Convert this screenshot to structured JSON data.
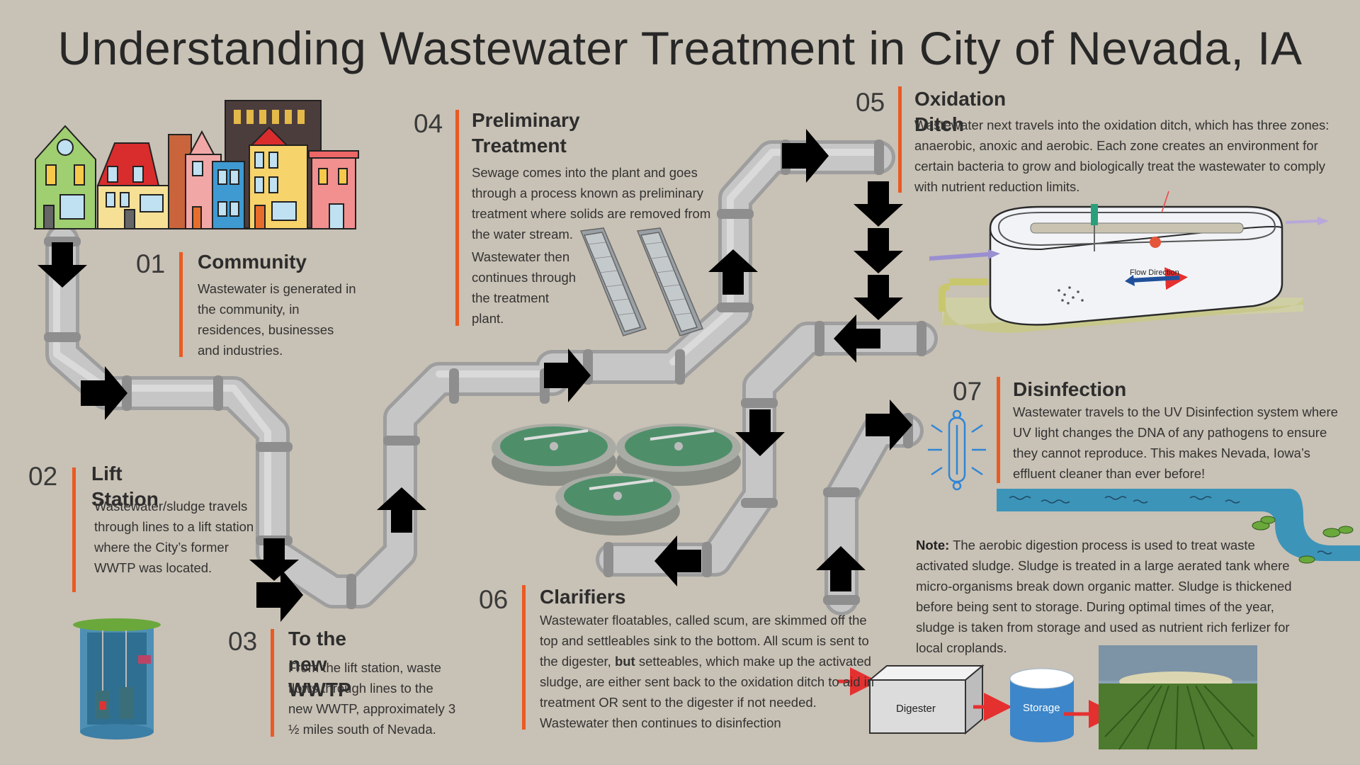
{
  "title": "Understanding Wastewater Treatment in City of Nevada, IA",
  "steps": [
    {
      "num": "01",
      "heading": "Community",
      "body": "Wastewater is generated in the community, in residences, businesses and industries."
    },
    {
      "num": "02",
      "heading": "Lift Station",
      "body": "Wastewater/sludge travels through lines to a lift station where the City’s former WWTP was located."
    },
    {
      "num": "03",
      "heading": "To the new WWTP",
      "body": "From the lift station, waste flows through lines to the new WWTP, approximately 3 ½ miles south of Nevada."
    },
    {
      "num": "04",
      "heading": "Preliminary Treatment",
      "body": "Sewage comes into the plant and goes through a process known as preliminary treatment where solids are removed from the water stream.",
      "body2": "Wastewater then continues through the treatment plant."
    },
    {
      "num": "05",
      "heading": "Oxidation Ditch",
      "body": "Wastewater next travels into the oxidation ditch, which has three zones: anaerobic, anoxic and aerobic. Each zone creates an environment for certain bacteria to grow and biologically treat the wastewater to comply with nutrient reduction limits."
    },
    {
      "num": "06",
      "heading": "Clarifiers",
      "body_a": "Wastewater floatables, called scum, are skimmed off the top and settleables sink to the bottom. All scum is sent to the digester, ",
      "body_bold": "but",
      "body_b": " setteables, which make up the activated sludge, are either sent back to the oxidation ditch to aid in treatment OR sent to the digester if not needed. Wastewater then continues to disinfection"
    },
    {
      "num": "07",
      "heading": "Disinfection",
      "body": "Wastewater travels to the UV Disinfection system where UV light changes the DNA of any pathogens to ensure they cannot reproduce. This makes Nevada, Iowa’s effluent cleaner than ever before!"
    }
  ],
  "note": {
    "label": "Note:",
    "text": " The aerobic digestion process is used to treat waste activated sludge. Sludge is treated in a large aerated tank where micro-organisms break down organic matter. Sludge is thickened before being sent to storage. During optimal times of the year, sludge is taken from storage and used as nutrient rich ferlizer for local croplands."
  },
  "labels": {
    "flow_direction": "Flow Direction",
    "digester": "Digester",
    "storage": "Storage"
  },
  "colors": {
    "background": "#c8c1b5",
    "accent_bar": "#ea5a22",
    "pipe": "#b4b4b4",
    "arrow": "#000000"
  }
}
